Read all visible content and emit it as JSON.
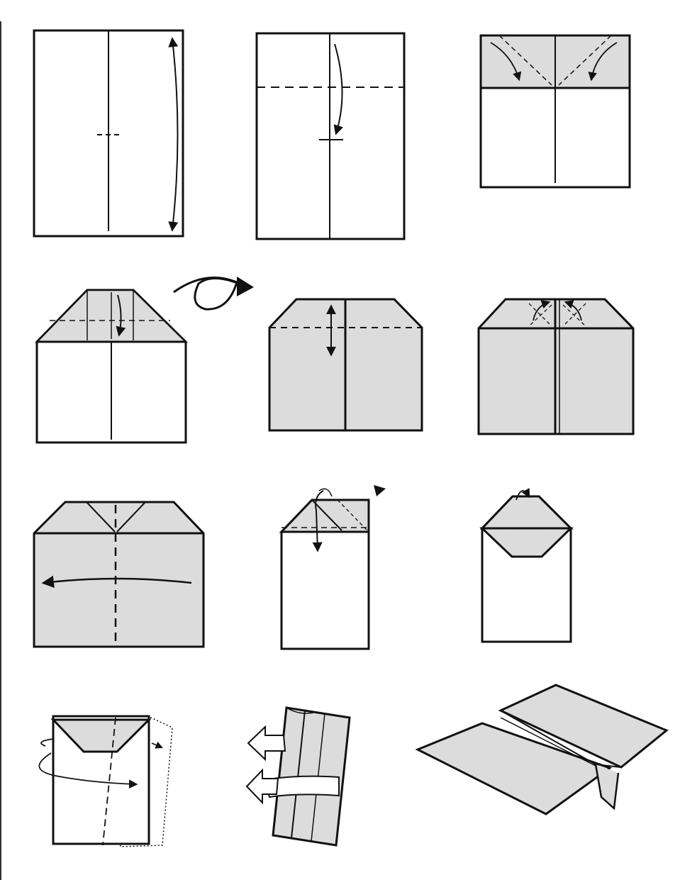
{
  "diagram": {
    "kind": "origami-folding-instructions",
    "subject": "paper-airplane",
    "layout": "grid",
    "rows": 4,
    "columns": 3,
    "step_count": 12,
    "has_text": false,
    "colors": {
      "paper": "#ffffff",
      "paper_shaded": "#dcdcdc",
      "line": "#111111",
      "page": "#ffffff"
    },
    "steps": [
      {
        "icon": "valley-fold-arrow-icon",
        "shaded": false
      },
      {
        "icon": "fold-down-arrow-icon",
        "shaded": false
      },
      {
        "icon": "corner-fold-arrow-icon",
        "shaded": false
      },
      {
        "icon": "fold-down-arrow-icon",
        "shaded": false,
        "extra": "turn-over-icon"
      },
      {
        "icon": "valley-fold-arrow-icon",
        "shaded": true
      },
      {
        "icon": "corner-fold-arrow-icon",
        "shaded": true
      },
      {
        "icon": "fold-in-half-arrow-icon",
        "shaded": true
      },
      {
        "icon": "fold-down-arrow-icon",
        "shaded": false,
        "extra": "direction-pointer-icon"
      },
      {
        "icon": "fold-back-arrow-icon",
        "shaded": false
      },
      {
        "icon": "fold-over-arrow-icon",
        "shaded": false
      },
      {
        "icon": "fold-wings-arrow-icon",
        "shaded": false
      },
      {
        "icon": "paper-airplane-icon",
        "shaded": true
      }
    ]
  }
}
